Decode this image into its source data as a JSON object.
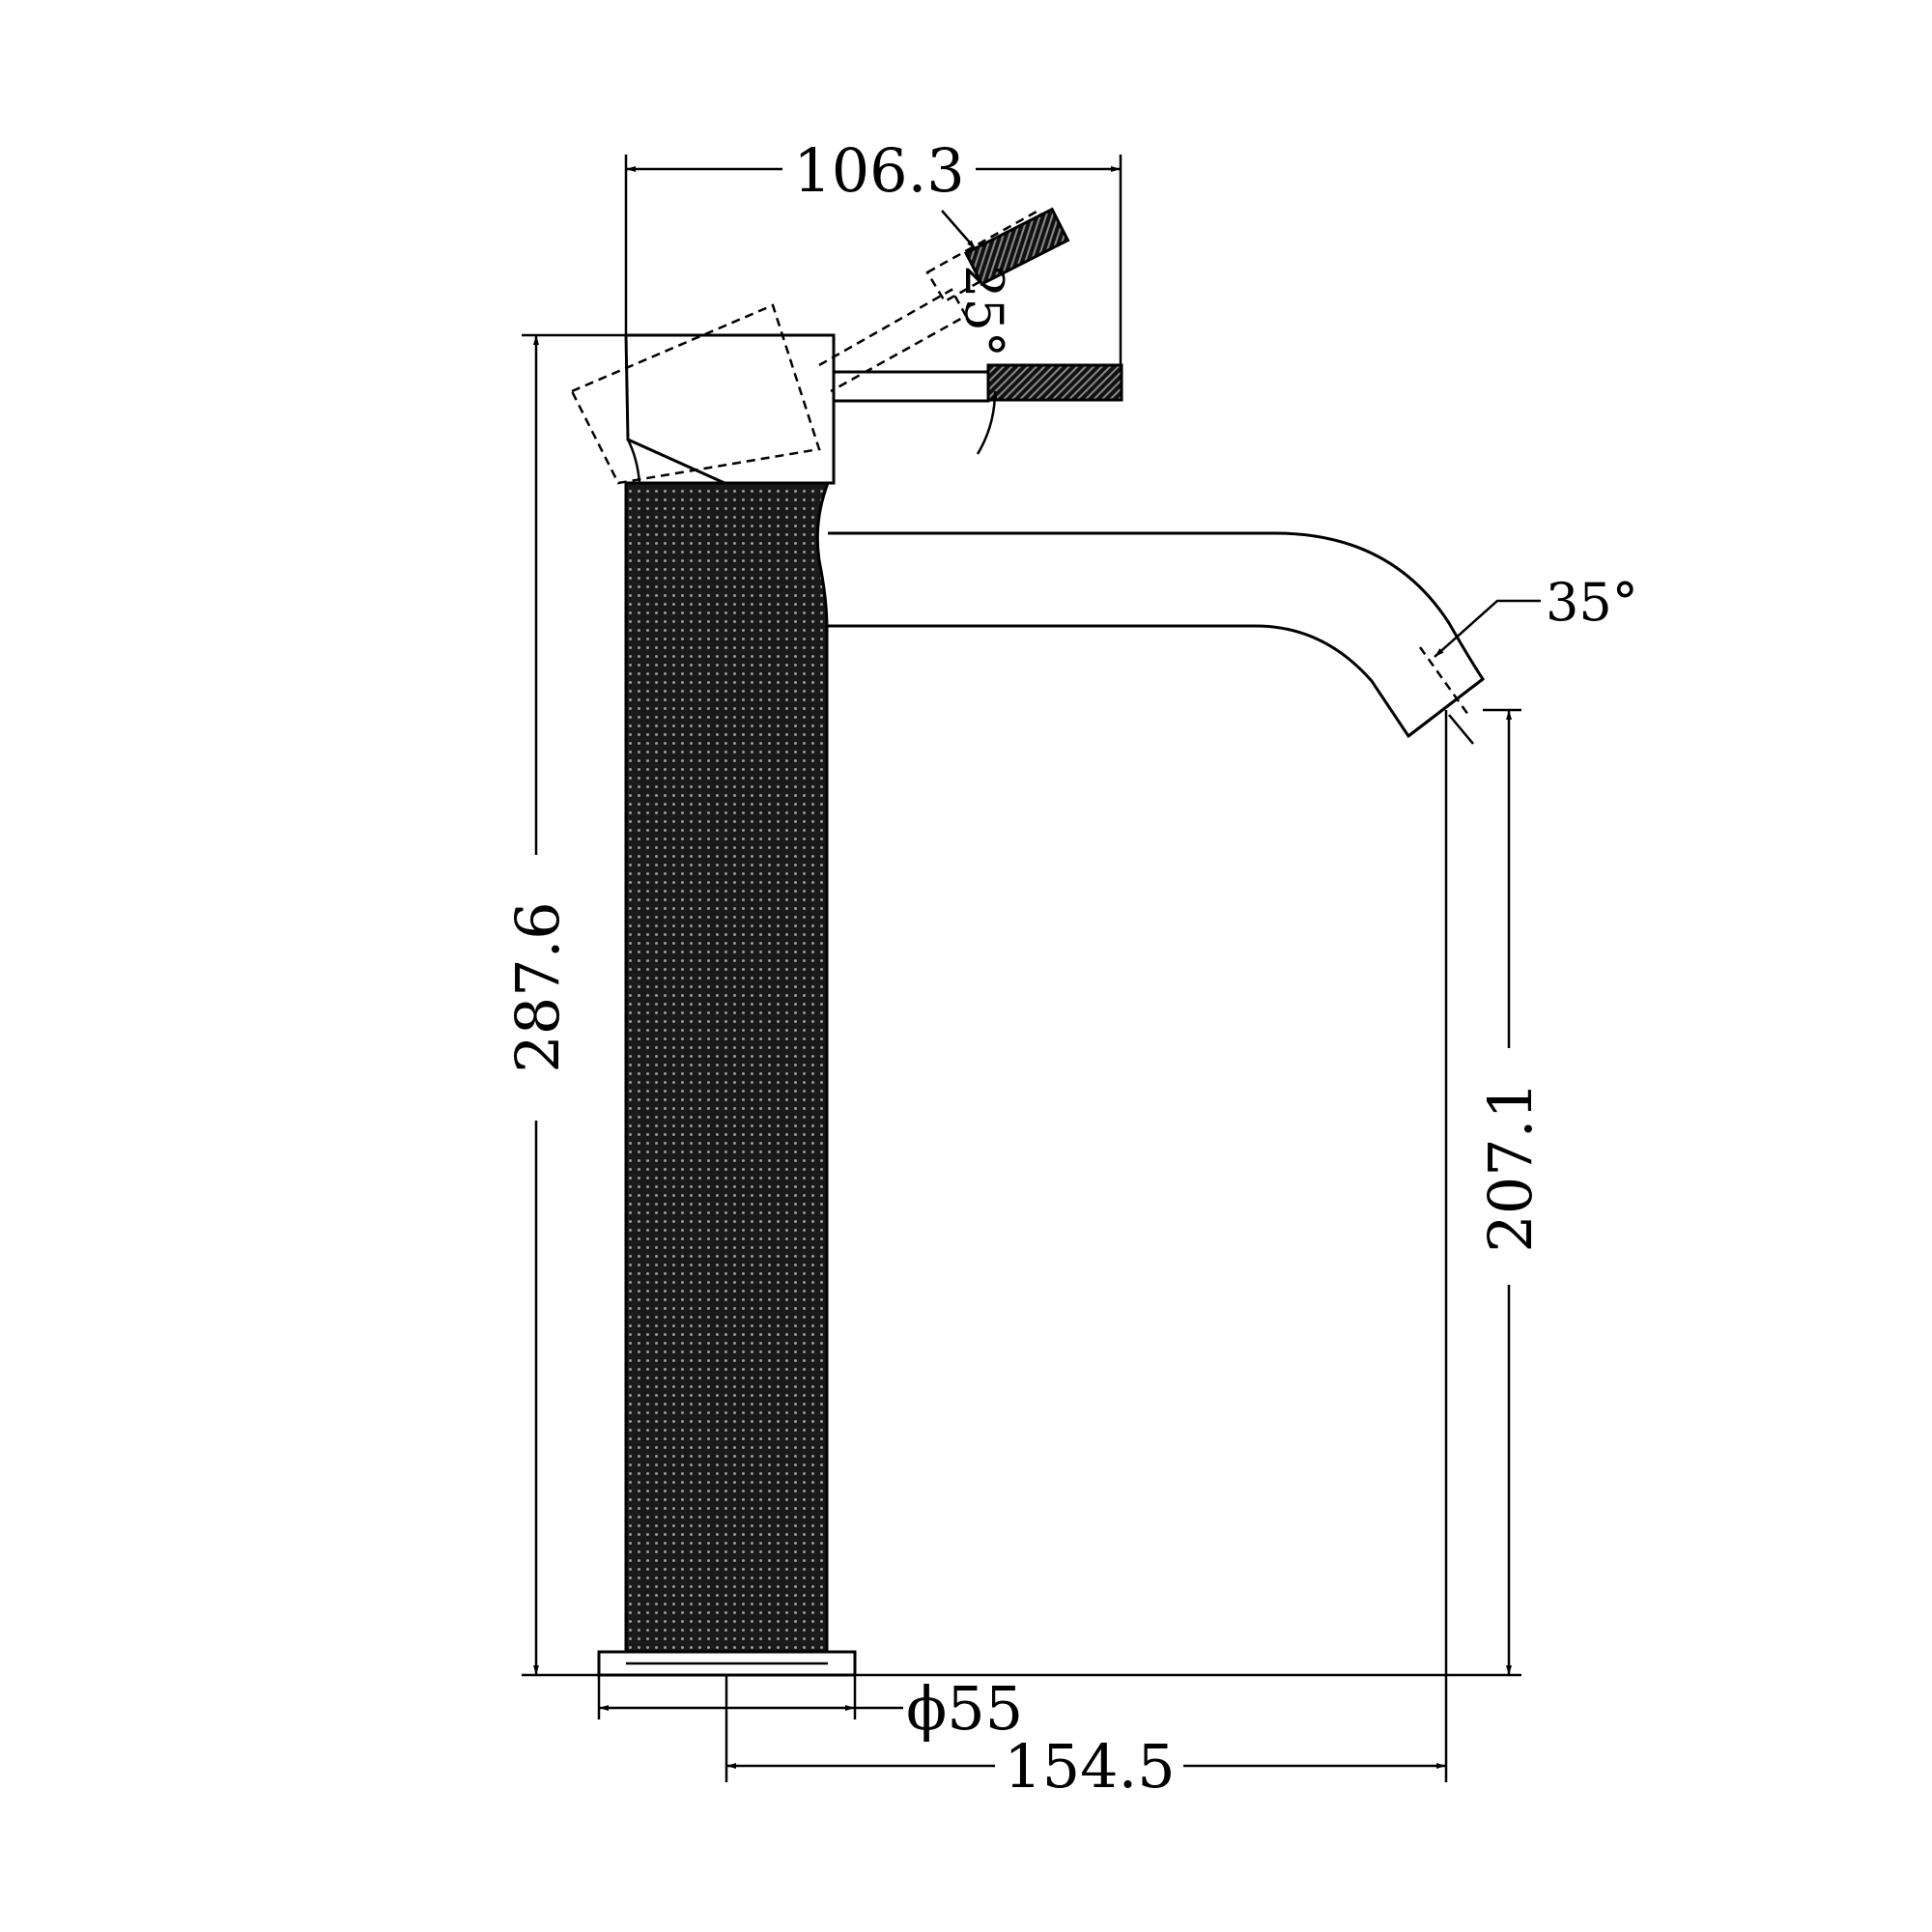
{
  "drawing": {
    "subject": "basin mixer side elevation",
    "colors": {
      "line": "#000000",
      "background": "#ffffff",
      "knurl": "#000000"
    },
    "dimensions": {
      "top_width": "106.3",
      "total_height": "287.6",
      "spout_height": "207.1",
      "base_diameter": "ϕ55",
      "reach": "154.5"
    },
    "angles": {
      "handle": "25°",
      "spout": "35°"
    }
  }
}
